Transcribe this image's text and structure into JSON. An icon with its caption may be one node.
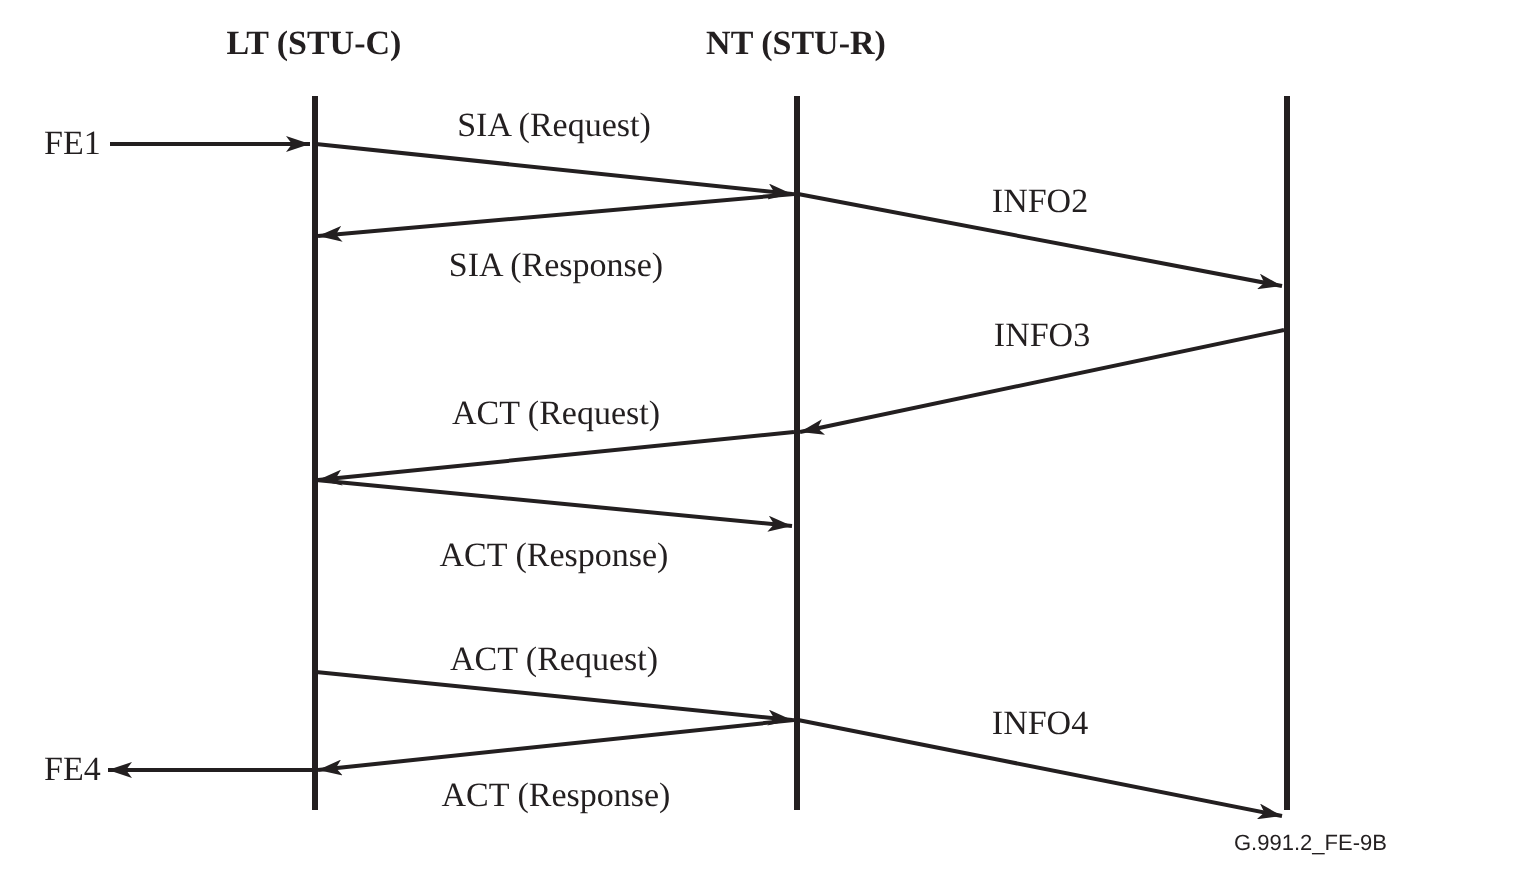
{
  "diagram": {
    "nodes": [
      {
        "text": [
          "LT (STU-C)"
        ]
      },
      {
        "text": [
          "NT (STU-R)"
        ]
      },
      {
        "text": [],
        "shape": "bar"
      },
      {
        "text": [
          "FE1"
        ]
      },
      {
        "text": [
          "FE4"
        ]
      }
    ],
    "edges": [
      {
        "from": 3,
        "to": 0,
        "arrow": "to"
      },
      {
        "from": 0,
        "to": 1,
        "label": "SIA (Request)",
        "arrow": "to"
      },
      {
        "from": 1,
        "to": 0,
        "label": "SIA (Response)",
        "arrow": "to"
      },
      {
        "from": 1,
        "to": 2,
        "label": "INFO2",
        "arrow": "to"
      },
      {
        "from": 2,
        "to": 1,
        "label": "INFO3",
        "arrow": "to"
      },
      {
        "from": 1,
        "to": 0,
        "label": "ACT (Request)",
        "arrow": "to"
      },
      {
        "from": 0,
        "to": 1,
        "label": "ACT (Response)",
        "arrow": "to"
      },
      {
        "from": 0,
        "to": 1,
        "label": "ACT (Request)",
        "arrow": "to"
      },
      {
        "from": 1,
        "to": 2,
        "label": "INFO4",
        "arrow": "to"
      },
      {
        "from": 1,
        "to": 0,
        "label": "ACT (Response)",
        "arrow": "to"
      },
      {
        "from": 0,
        "to": 4,
        "arrow": "to"
      }
    ],
    "labels": [
      "G.991.2_FE-9B"
    ]
  }
}
